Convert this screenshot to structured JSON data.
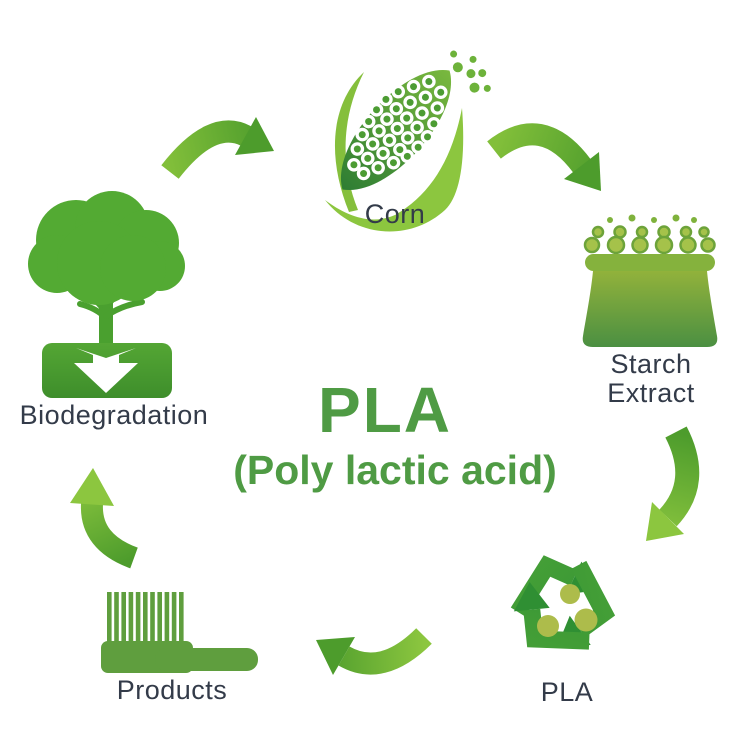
{
  "center": {
    "acronym": "PLA",
    "full_name": "(Poly lactic acid)"
  },
  "nodes": {
    "corn": {
      "label": "Corn"
    },
    "starch_extract": {
      "label_line1": "Starch",
      "label_line2": "Extract"
    },
    "pla": {
      "label": "PLA"
    },
    "products": {
      "label": "Products"
    },
    "biodegradation": {
      "label": "Biodegradation"
    }
  },
  "arrows": [
    {
      "from": "Biodegradation",
      "to": "Corn"
    },
    {
      "from": "Corn",
      "to": "Starch Extract"
    },
    {
      "from": "Starch Extract",
      "to": "PLA"
    },
    {
      "from": "PLA",
      "to": "Products"
    },
    {
      "from": "Products",
      "to": "Biodegradation"
    }
  ],
  "colors": {
    "background": "#ffffff",
    "title_green": "#4f9b44",
    "label_dark": "#333b49",
    "arrow_light": "#8cc63f",
    "arrow_dark": "#4d9c2c",
    "icon_green": "#53aa33",
    "olive_dot": "#adbc4b"
  }
}
